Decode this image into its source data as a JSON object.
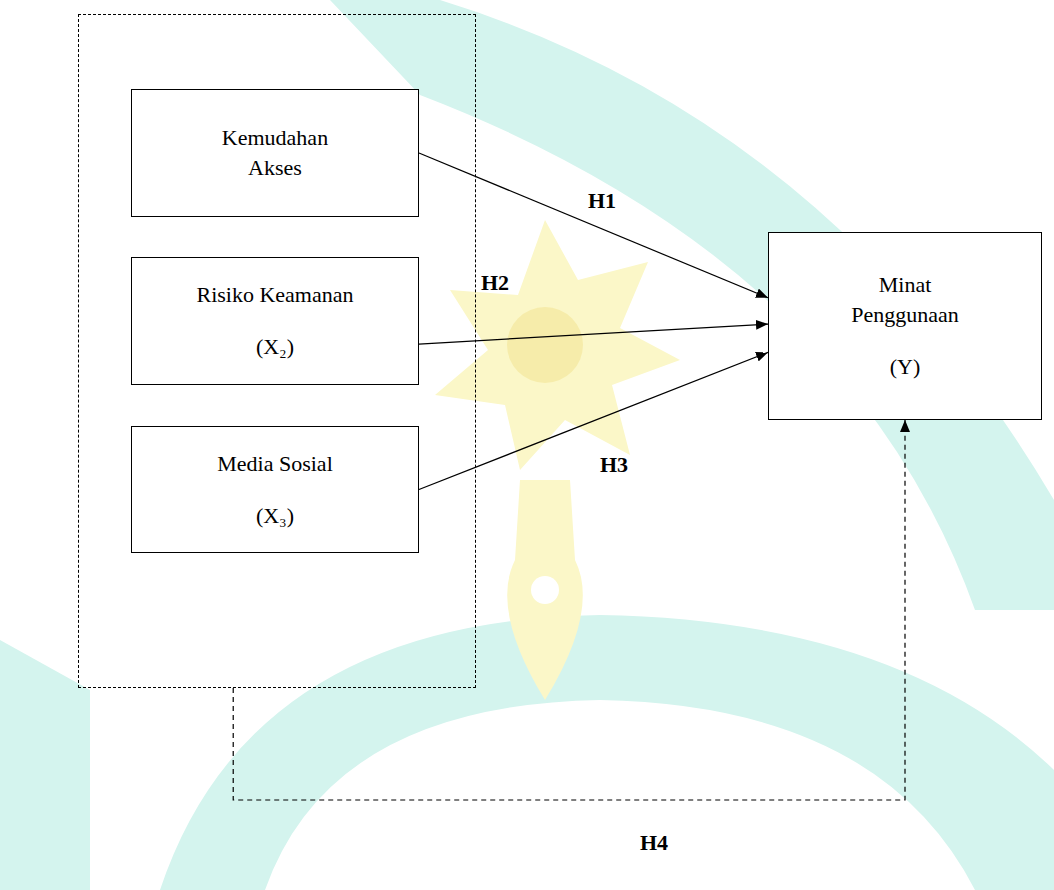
{
  "diagram": {
    "nodes": [
      {
        "text": []
      },
      {
        "text": [
          "Kemudahan Akses"
        ],
        "in": 0
      },
      {
        "text": [
          "Risiko Keamanan",
          "(X₂)"
        ],
        "in": 0
      },
      {
        "text": [
          "Media Sosial",
          "(X₃)"
        ],
        "in": 0
      },
      {
        "text": [
          "Minat Penggunaan",
          "(Y)"
        ]
      }
    ],
    "edges": [
      {
        "from": 1,
        "to": 4,
        "arrow": "to",
        "label": "H1"
      },
      {
        "from": 2,
        "to": 4,
        "arrow": "to",
        "label": "H2"
      },
      {
        "from": 3,
        "to": 4,
        "arrow": "to",
        "label": "H3"
      },
      {
        "from": 0,
        "to": 4,
        "arrow": "to",
        "label": "H4"
      }
    ]
  }
}
